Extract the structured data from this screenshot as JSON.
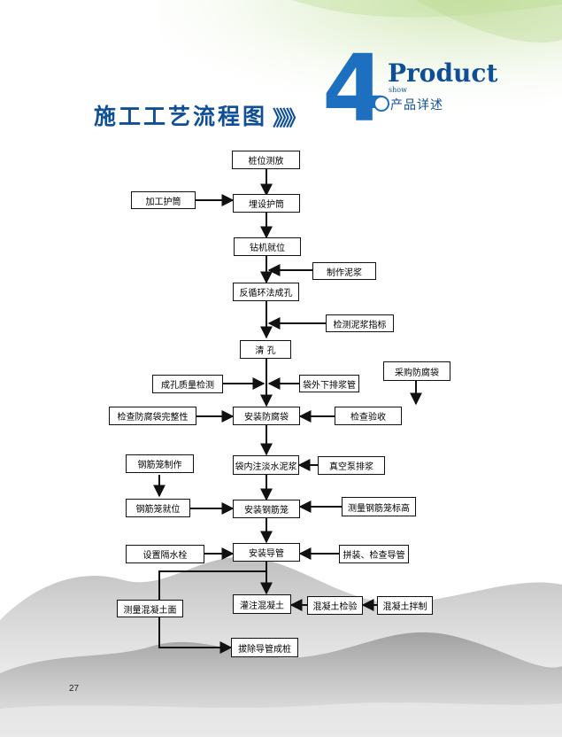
{
  "header": {
    "title": "施工工艺流程图",
    "chevrons": "》》》",
    "section_number": "4",
    "product_label": "Product",
    "show_label": "show",
    "product_cn": "产品详述"
  },
  "colors": {
    "brand_blue": "#0f4f96",
    "accent_blue": "#1d6fc0",
    "mountain_gray": "#9a9a9a",
    "leaf_green": "#d7ebc0"
  },
  "flowchart": {
    "nodes": {
      "zhuangweicefang": "桩位测放",
      "jiagonghutong": "加工护筒",
      "maishehutong": "埋设护筒",
      "zuanjijiuwei": "钻机就位",
      "zhizuonijiang": "制作泥浆",
      "fanxunhuan": "反循环法成孔",
      "jiancenijiang": "检测泥浆指标",
      "qingkong": "清  孔",
      "chengkongzhiliang": "成孔质量检测",
      "daiwaixiapai": "袋外下排浆管",
      "caigoufangfudai": "采购防腐袋",
      "jianchafangfudai": "检查防腐袋完整性",
      "anzhuangfangfudai": "安装防腐袋",
      "jianchayanshou": "检查验收",
      "daineizhu": "袋内注淡水泥浆",
      "zhenkongbeng": "真空泵排浆",
      "gangjinlongzhizuo": "钢筋笼制作",
      "gangjinlongjiuwei": "钢筋笼就位",
      "anzhuanggangjinlong": "安装钢筋笼",
      "celianggangjinlong": "测量钢筋笼标高",
      "shezhigeshuishuan": "设置隔水栓",
      "anzhuangdaoguan": "安装导管",
      "pinzhuangjiancha": "拼装、检查导管",
      "celianghunningtu": "测量混凝土面",
      "guanzhuhunningtu": "灌注混凝土",
      "hunningtujianyan": "混凝土检验",
      "hunningtubanzhi": "混凝土拌制",
      "bachudaoguan": "拔除导管成桩"
    }
  },
  "page_number": "27"
}
